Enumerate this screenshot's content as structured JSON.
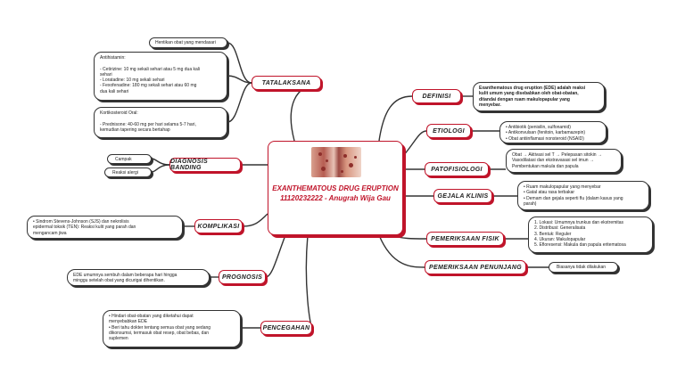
{
  "central": {
    "line1": "EXANTHEMATOUS DRUG",
    "line2": "ERUPTION",
    "line3": "11120232222 - Anugrah Wija Gau"
  },
  "topics": {
    "tatalaksana": "TATALAKSANA",
    "diagnosis_banding": "DIAGNOSIS BANDING",
    "komplikasi": "KOMPLIKASI",
    "prognosis": "PROGNOSIS",
    "pencegahan": "PENCEGAHAN",
    "definisi": "DEFINISI",
    "etiologi": "ETIOLOGI",
    "patofisiologi": "PATOFISIOLOGI",
    "gejala_klinis": "GEJALA KLINIS",
    "pemeriksaan_fisik": "PEMERIKSAAN FISIK",
    "pemeriksaan_penunjang": "PEMERIKSAAN PENUNJANG"
  },
  "notes": {
    "tatalaksana_1": [
      "Hentikan obat yang mendasari"
    ],
    "tatalaksana_2": [
      "Antihistamin:",
      "",
      "- Cetirizine: 10 mg sekali sehari atau 5 mg dua kali",
      "sehari",
      "- Loratadine: 10 mg sekali sehari",
      "- Fexofenadine: 180 mg sekali sehari atau 60 mg",
      "dua kali sehari"
    ],
    "tatalaksana_3": [
      "Kortikosteroid Oral:",
      "",
      "- Prednisone: 40-60 mg per hari selama 5-7 hari,",
      "kemudian tapering secara bertahap"
    ],
    "campak": [
      "Campak"
    ],
    "reaksi_alergi": [
      "Reaksi alergi"
    ],
    "komplikasi": [
      "• Sindrom Stevens-Johnson (SJS) dan nekrolisis",
      "epidermal toksik (TEN): Reaksi kulit yang parah dan",
      "mengancam jiwa"
    ],
    "prognosis": [
      "EDE umumnya sembuh dalam beberapa hari hingga",
      "minggu setelah obat yang dicurigai dihentikan."
    ],
    "pencegahan": [
      "• Hindari obat-obatan yang diketahui dapat",
      "menyebabkan EDE",
      "• Beri tahu dokter tentang semua obat yang sedang",
      "dikonsumsi, termasuk obat resep, obat bebas, dan",
      "suplemen"
    ],
    "definisi": [
      "Exanthematous drug eruption (EDE) adalah reaksi",
      "kulit umum yang disebabkan oleh obat-obatan,",
      "ditandai dengan ruam makulopapular yang",
      "menyebar."
    ],
    "etiologi": [
      "• Antibiotik (penisilin, sulfonamid)",
      "• Antikonvulsan (fenitoin, karbamazepin)",
      "• Obat antiinflamasi nonsteroid (NSAID)"
    ],
    "patofisiologi": [
      "Obat → Aktivasi sel T → Pelepasan sitokin →",
      "Vasodilatasi dan ekstravasasi sel imun →",
      "Pembentukan makula dan papula"
    ],
    "gejala_klinis": [
      "• Ruam makulopapular yang menyebar",
      "• Gatal atau rasa terbakar",
      "• Demam dan gejala seperti flu (dalam kasus yang",
      "parah)"
    ],
    "pemeriksaan_fisik": [
      "1. Lokasi: Umumnya trunkus dan ekstremitas",
      "2. Distribusi: Generalisata",
      "3. Bentuk: Reguler",
      "4. Ukuran: Makulopapular",
      "5. Efloresensi: Makula dan papula eritematosa"
    ],
    "pemeriksaan_penunjang": [
      "Biasanya tidak dilakukan"
    ]
  },
  "colors": {
    "accent": "#c0142a",
    "line": "#333333"
  }
}
